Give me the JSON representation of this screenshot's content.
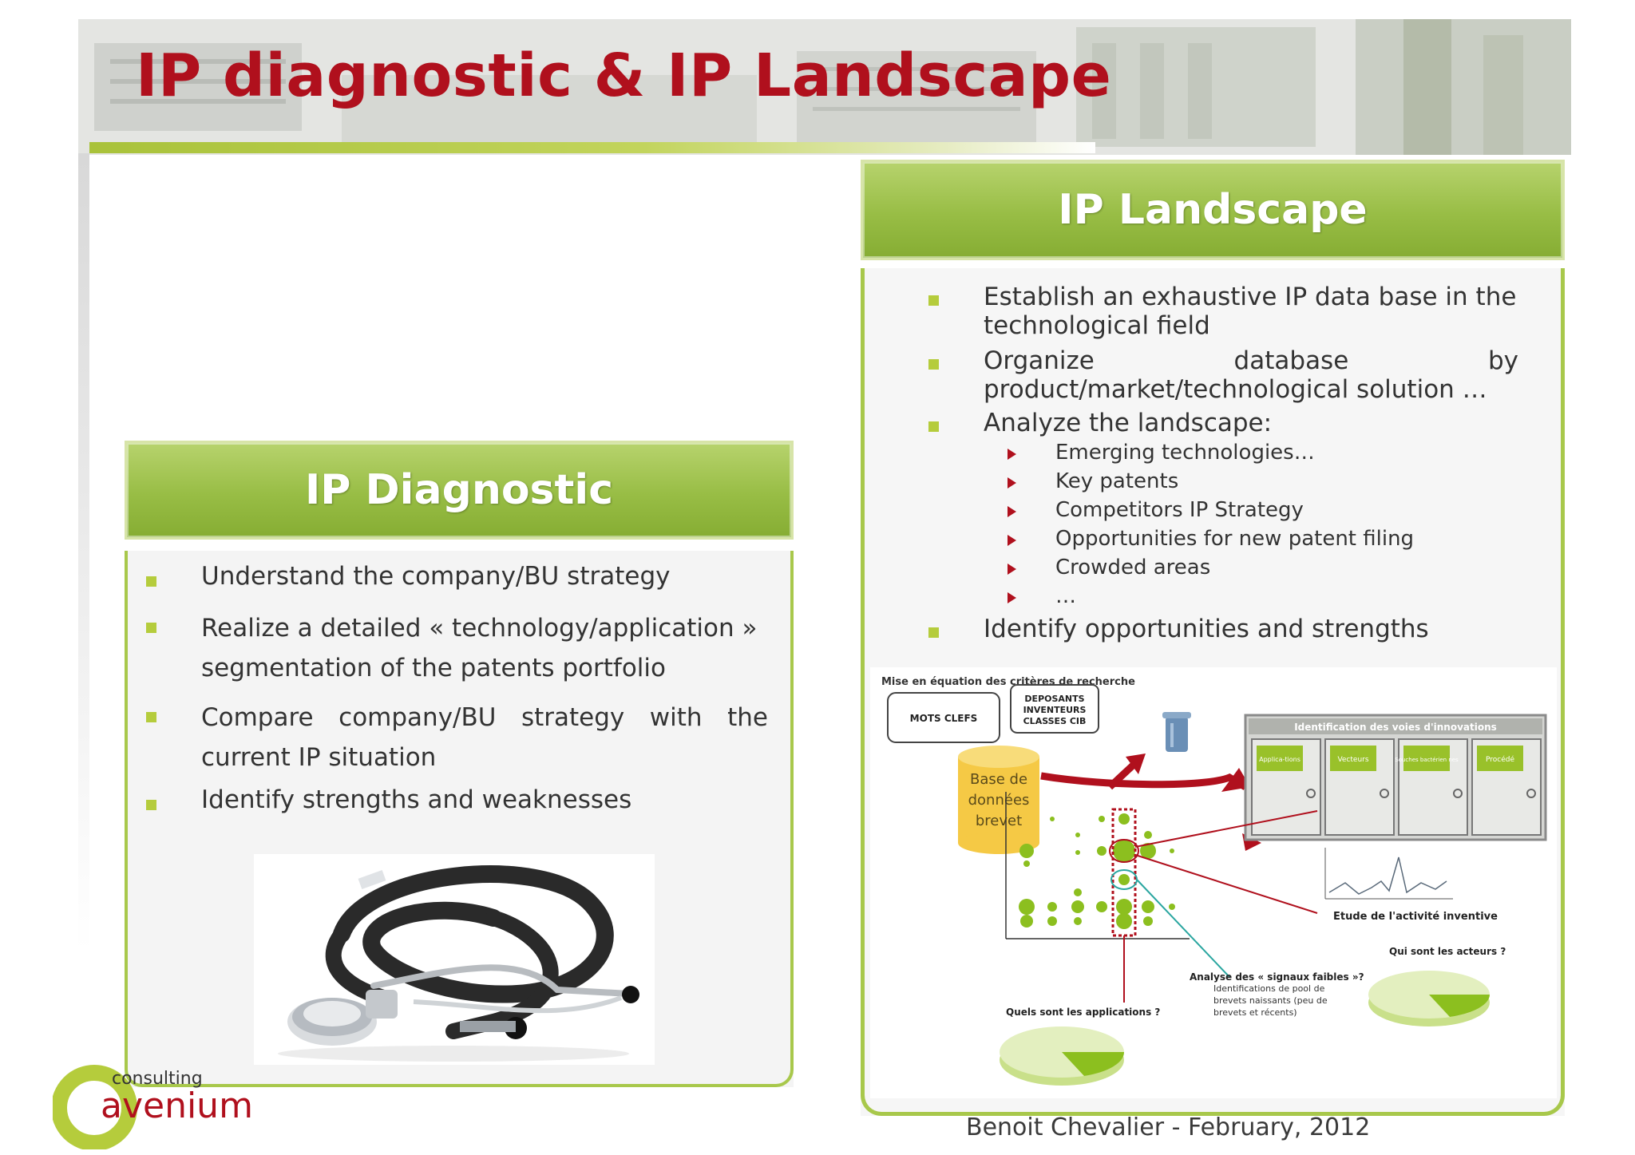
{
  "slide": {
    "title": "IP diagnostic & IP Landscape",
    "footer": "Benoit Chevalier - February, 2012",
    "logo": {
      "top_text": "consulting",
      "brand": "avenium"
    }
  },
  "diagnostic": {
    "heading": "IP Diagnostic",
    "bullets": [
      "Understand the company/BU strategy",
      "Realize a detailed « technology/application » segmentation of the patents portfolio",
      "Compare company/BU strategy with the current IP situation",
      "Identify strengths and weaknesses"
    ]
  },
  "landscape": {
    "heading": "IP Landscape",
    "bullets": [
      "Establish an exhaustive IP data base in the technological field",
      "Organize database by product/market/technological solution …",
      "Analyze the landscape:"
    ],
    "sub_bullets": [
      "Emerging technologies…",
      "Key patents",
      "Competitors IP Strategy",
      "Opportunities for new patent filing",
      "Crowded areas",
      "…"
    ],
    "last_bullet": "Identify opportunities and strengths"
  },
  "diagram": {
    "caption": "Mise en équation des critères de recherche",
    "keywords": "MOTS CLEFS",
    "criteria": [
      "DEPOSANTS",
      "INVENTEURS",
      "CLASSES CIB"
    ],
    "database": [
      "Base de",
      "données",
      "brevet"
    ],
    "innovation_title": "Identification des voies d'innovations",
    "cabinets": [
      "Applica-tions",
      "Vecteurs",
      "Souches bactérien nes",
      "Procédé"
    ],
    "inventive": "Etude de l'activité inventive",
    "actors": "Qui sont les acteurs ?",
    "signals_title": "Analyse des « signaux faibles »?",
    "signals_lines": [
      "Identifications de pool de",
      "brevets naissants (peu de",
      "brevets et récents)"
    ],
    "applications": "Quels sont les applications ?"
  },
  "colors": {
    "title_red": "#b0101d",
    "green": "#98bd45",
    "bullet_green": "#b5cc3c",
    "arrow_red": "#b0101d"
  }
}
